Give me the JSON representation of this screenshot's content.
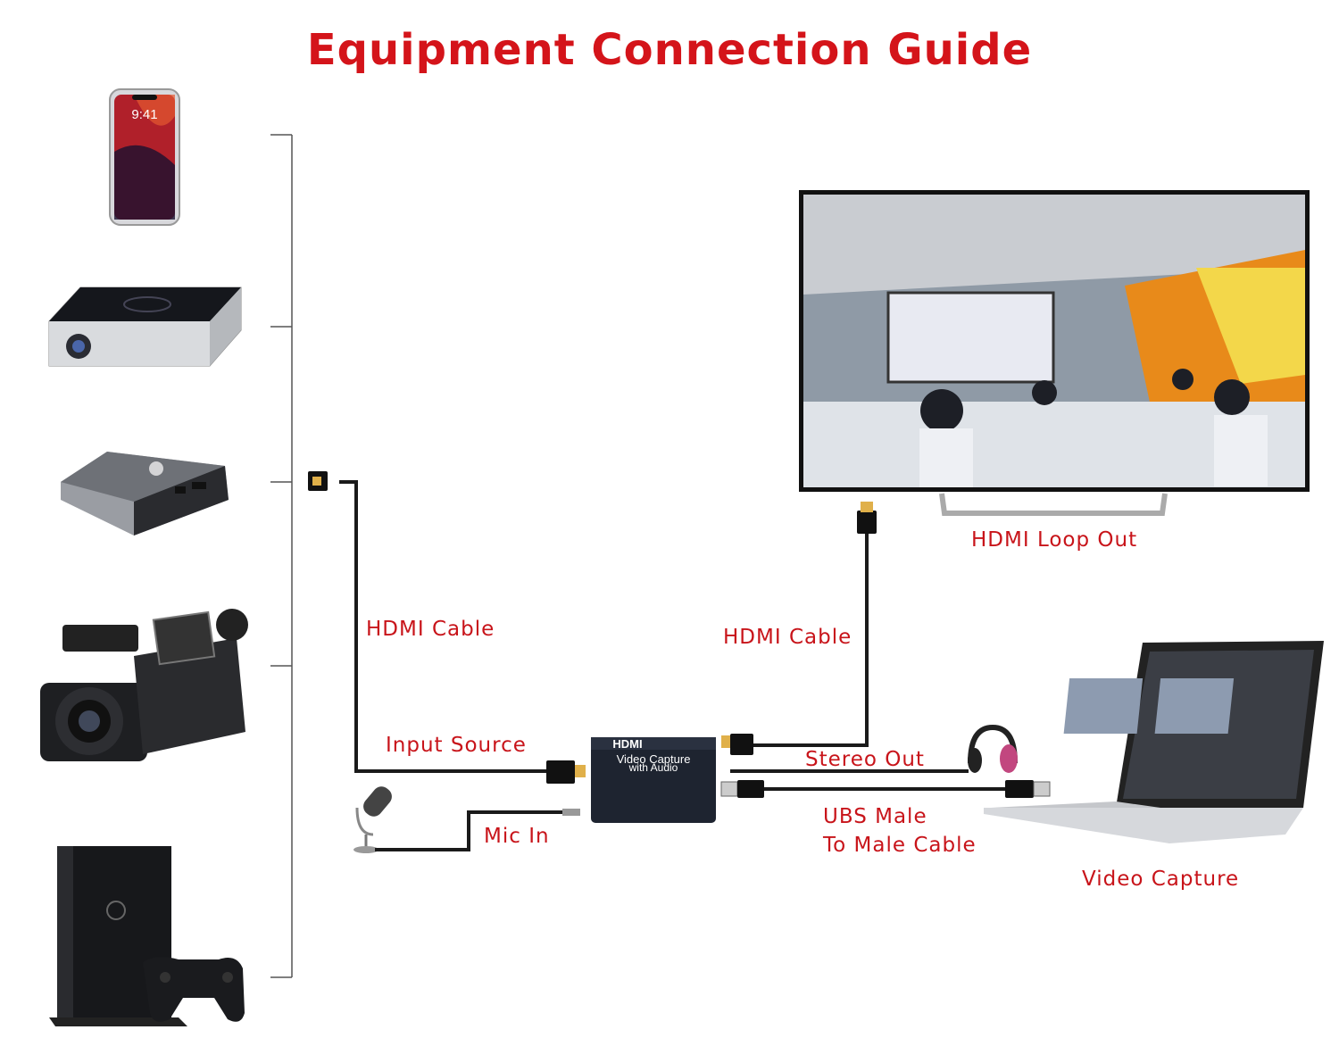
{
  "title": "Equipment Connection Guide",
  "labels": {
    "hdmi_cable_left": "HDMI Cable",
    "hdmi_cable_right": "HDMI Cable",
    "input_source": "Input Source",
    "mic_in": "Mic In",
    "stereo_out": "Stereo Out",
    "usb_cable_line1": "UBS Male",
    "usb_cable_line2": "To Male Cable",
    "hdmi_loop_out": "HDMI Loop Out",
    "video_capture": "Video Capture"
  },
  "capture_device": {
    "brand": "HDMI",
    "line1": "Video  Capture",
    "line2": "with Audio"
  },
  "phone": {
    "time": "9:41"
  },
  "colors": {
    "label": "#c8141a",
    "title": "#d4141a",
    "cable": "#1a1a1a"
  }
}
